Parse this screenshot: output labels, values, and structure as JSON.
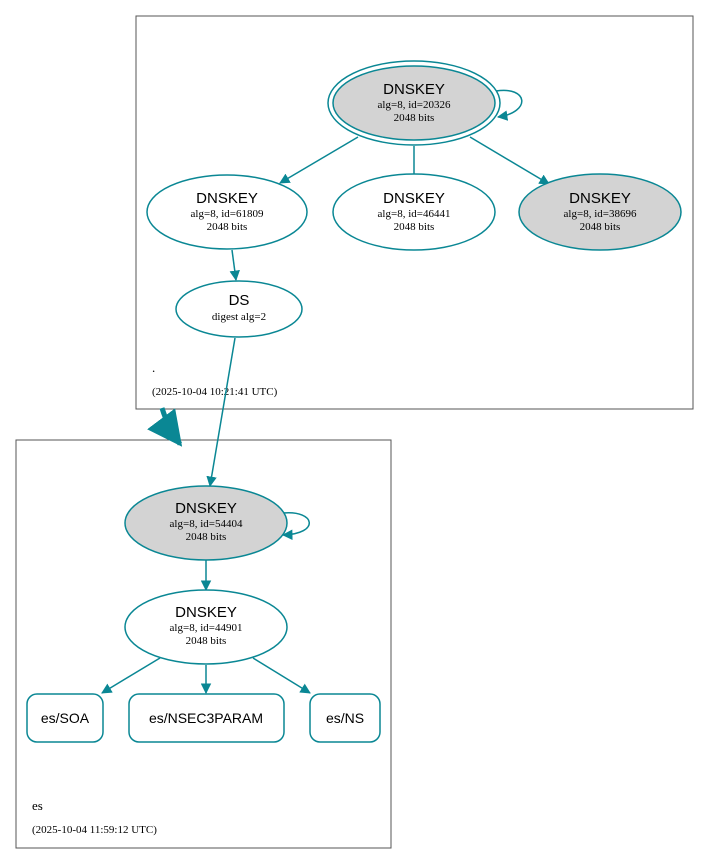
{
  "colors": {
    "edge": "#0a8794",
    "node_fill_gray": "#d3d3d3",
    "node_fill_white": "#ffffff",
    "box_border": "#555555"
  },
  "root_zone": {
    "label": ".",
    "timestamp": "(2025-10-04 10:21:41 UTC)",
    "ksk": {
      "title": "DNSKEY",
      "detail": "alg=8, id=20326",
      "bits": "2048 bits"
    },
    "zsk1": {
      "title": "DNSKEY",
      "detail": "alg=8, id=61809",
      "bits": "2048 bits"
    },
    "zsk2": {
      "title": "DNSKEY",
      "detail": "alg=8, id=46441",
      "bits": "2048 bits"
    },
    "zsk3": {
      "title": "DNSKEY",
      "detail": "alg=8, id=38696",
      "bits": "2048 bits"
    },
    "ds": {
      "title": "DS",
      "detail": "digest alg=2"
    }
  },
  "es_zone": {
    "label": "es",
    "timestamp": "(2025-10-04 11:59:12 UTC)",
    "ksk": {
      "title": "DNSKEY",
      "detail": "alg=8, id=54404",
      "bits": "2048 bits"
    },
    "zsk": {
      "title": "DNSKEY",
      "detail": "alg=8, id=44901",
      "bits": "2048 bits"
    },
    "records": [
      "es/SOA",
      "es/NSEC3PARAM",
      "es/NS"
    ]
  }
}
